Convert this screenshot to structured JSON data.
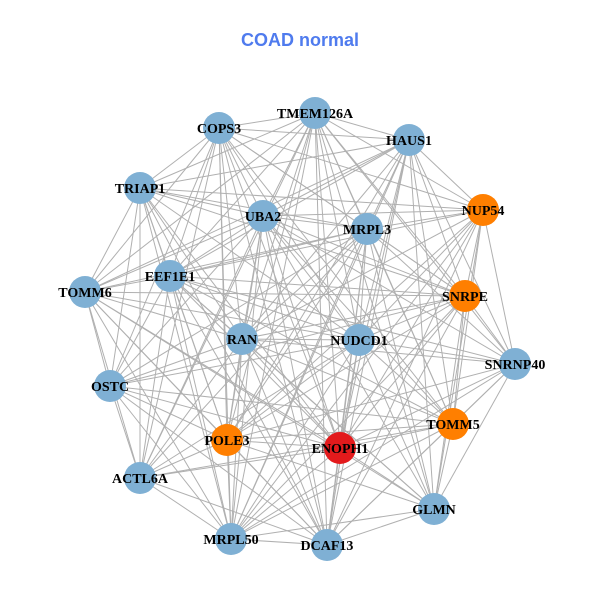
{
  "title": "COAD normal",
  "colors": {
    "normal": "#7fb0d4",
    "highlight_orange": "#ff7f00",
    "highlight_red": "#e31a1c",
    "edge": "#b0b0b0"
  },
  "chart_data": {
    "type": "network",
    "title": "COAD normal",
    "nodes": [
      {
        "id": "COPS3",
        "group": "normal"
      },
      {
        "id": "TMEM126A",
        "group": "normal"
      },
      {
        "id": "HAUS1",
        "group": "normal"
      },
      {
        "id": "TRIAP1",
        "group": "normal"
      },
      {
        "id": "UBA2",
        "group": "normal"
      },
      {
        "id": "MRPL3",
        "group": "normal"
      },
      {
        "id": "NUP54",
        "group": "highlight_orange"
      },
      {
        "id": "EEF1E1",
        "group": "normal"
      },
      {
        "id": "TOMM6",
        "group": "normal"
      },
      {
        "id": "SNRPE",
        "group": "highlight_orange"
      },
      {
        "id": "RAN",
        "group": "normal"
      },
      {
        "id": "NUDCD1",
        "group": "normal"
      },
      {
        "id": "SNRNP40",
        "group": "normal"
      },
      {
        "id": "OSTC",
        "group": "normal"
      },
      {
        "id": "TOMM5",
        "group": "highlight_orange"
      },
      {
        "id": "POLE3",
        "group": "highlight_orange"
      },
      {
        "id": "ENOPH1",
        "group": "highlight_red"
      },
      {
        "id": "ACTL6A",
        "group": "normal"
      },
      {
        "id": "GLMN",
        "group": "normal"
      },
      {
        "id": "MRPL50",
        "group": "normal"
      },
      {
        "id": "DCAF13",
        "group": "normal"
      }
    ],
    "non_edges": [
      [
        0,
        12
      ],
      [
        1,
        13
      ],
      [
        2,
        17
      ],
      [
        3,
        18
      ],
      [
        6,
        13
      ],
      [
        6,
        17
      ],
      [
        8,
        12
      ],
      [
        12,
        13
      ],
      [
        12,
        17
      ],
      [
        3,
        12
      ],
      [
        2,
        13
      ],
      [
        6,
        8
      ],
      [
        0,
        18
      ],
      [
        14,
        8
      ],
      [
        17,
        18
      ],
      [
        13,
        18
      ],
      [
        9,
        17
      ],
      [
        3,
        14
      ]
    ]
  }
}
